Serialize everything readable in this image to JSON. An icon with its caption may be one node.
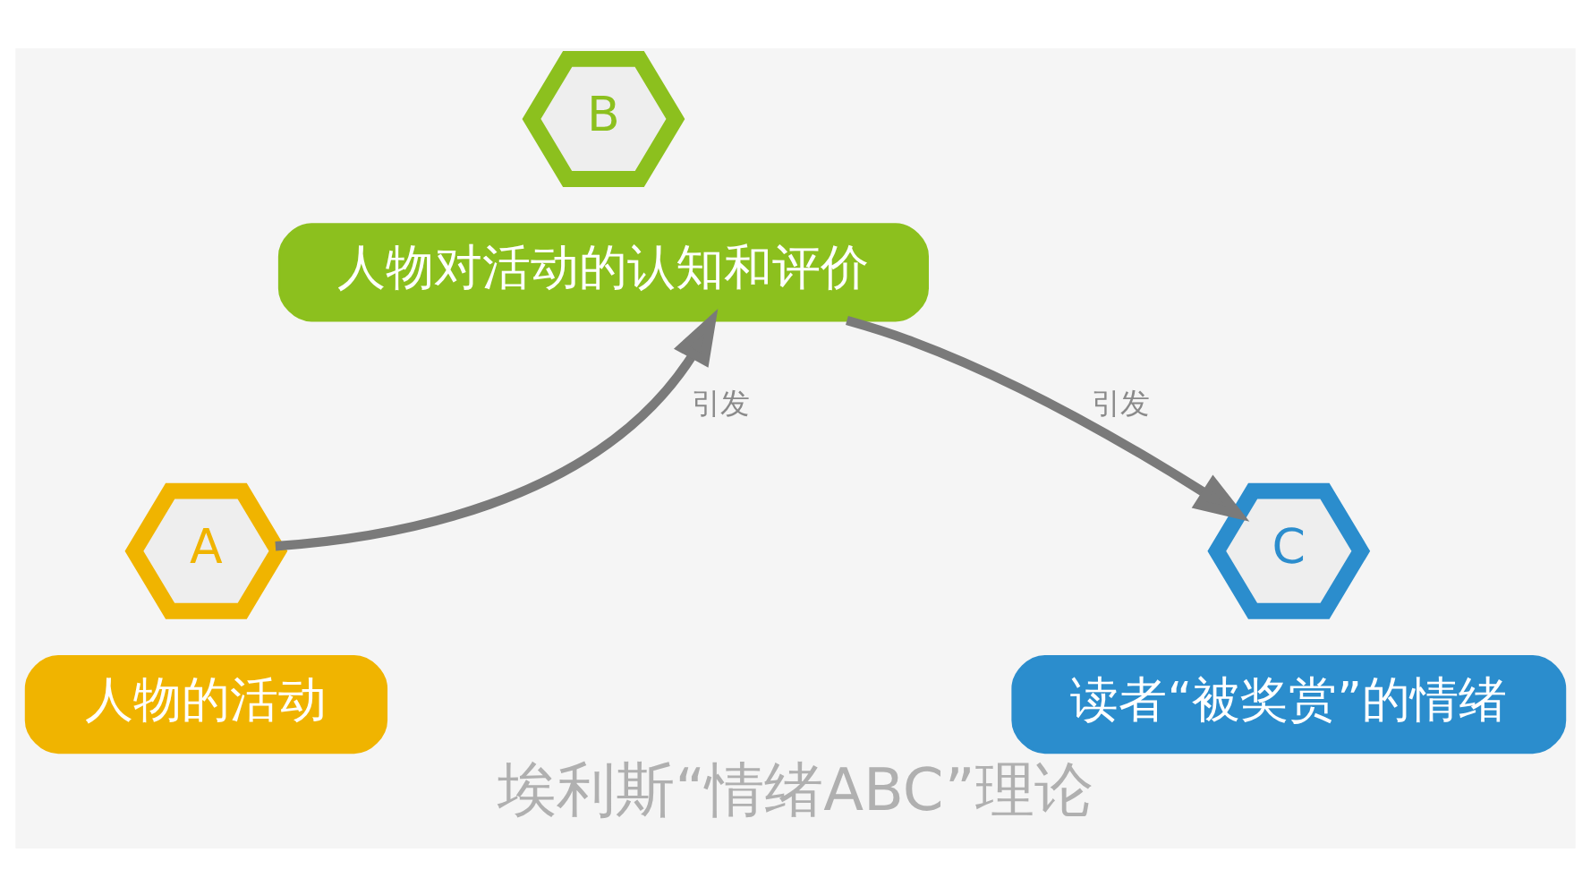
{
  "diagram": {
    "title": "埃利斯“情绪ABC”理论",
    "nodes": [
      {
        "text": [
          "A"
        ]
      },
      {
        "text": [
          "人物的活动"
        ]
      },
      {
        "text": [
          "B"
        ]
      },
      {
        "text": [
          "人物对活动的认知和评价"
        ]
      },
      {
        "text": [
          "C"
        ]
      },
      {
        "text": [
          "读者“被奖赏”的情绪"
        ]
      }
    ],
    "edges": [
      {
        "from": 0,
        "to": 3,
        "label": "引发",
        "arrow": "to"
      },
      {
        "from": 3,
        "to": 4,
        "label": "引发",
        "arrow": "to"
      }
    ]
  }
}
